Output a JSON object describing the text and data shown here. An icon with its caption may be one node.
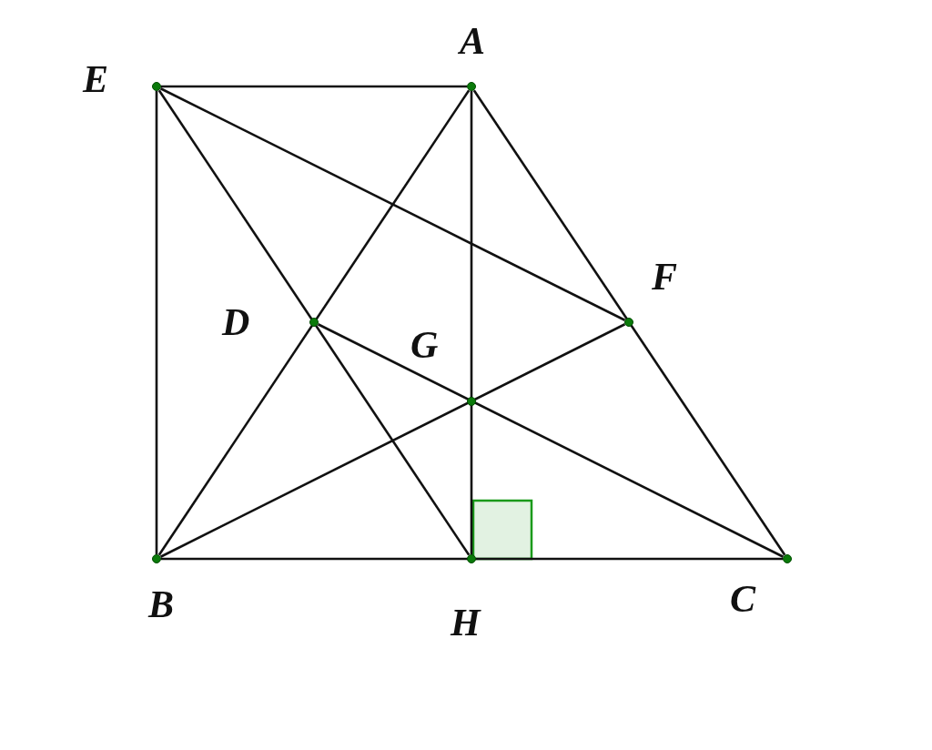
{
  "diagram": {
    "nodes": [
      {
        "text": [
          "A"
        ]
      },
      {
        "text": [
          "E"
        ]
      },
      {
        "text": [
          "F"
        ]
      },
      {
        "text": [
          "D"
        ]
      },
      {
        "text": [
          "G"
        ]
      },
      {
        "text": [
          "B"
        ]
      },
      {
        "text": [
          "H"
        ]
      },
      {
        "text": [
          "C"
        ]
      }
    ],
    "edges": [
      {
        "from": 1,
        "to": 0,
        "arrow": "none"
      },
      {
        "from": 1,
        "to": 5,
        "arrow": "none"
      },
      {
        "from": 1,
        "to": 6,
        "arrow": "none"
      },
      {
        "from": 1,
        "to": 2,
        "arrow": "none"
      },
      {
        "from": 0,
        "to": 5,
        "arrow": "none"
      },
      {
        "from": 0,
        "to": 6,
        "arrow": "none"
      },
      {
        "from": 0,
        "to": 7,
        "arrow": "none"
      },
      {
        "from": 3,
        "to": 7,
        "arrow": "none"
      },
      {
        "from": 5,
        "to": 2,
        "arrow": "none"
      },
      {
        "from": 5,
        "to": 7,
        "arrow": "none"
      }
    ]
  }
}
